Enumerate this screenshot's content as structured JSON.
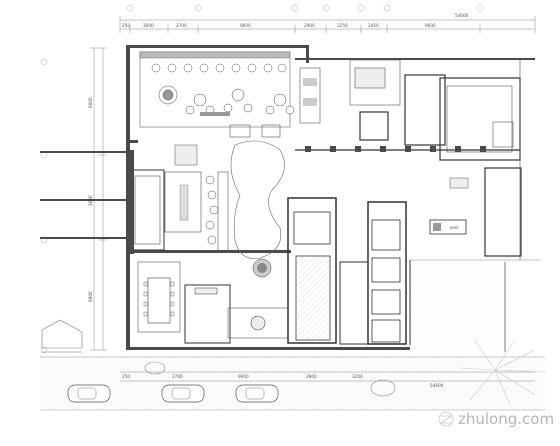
{
  "top_dimensions": {
    "total": "54600",
    "segments": [
      "250",
      "3000",
      "2700",
      "9600",
      "2900",
      "3250",
      "2450",
      "9600"
    ]
  },
  "bottom_dimensions": {
    "total": "54600",
    "segments": [
      "250",
      "2700",
      "9600",
      "2900",
      "3200"
    ]
  },
  "left_dimensions": [
    "6000",
    "3000",
    "6000"
  ],
  "room_labels": {
    "host": "HOST"
  },
  "watermark": {
    "text": "zhulong.com",
    "colors": [
      "#c9c9c9",
      "#b5b5b5"
    ]
  },
  "colors": {
    "wall": "#4a4a4a",
    "line": "#8a8a8a",
    "hatch": "#d6d6d6"
  }
}
